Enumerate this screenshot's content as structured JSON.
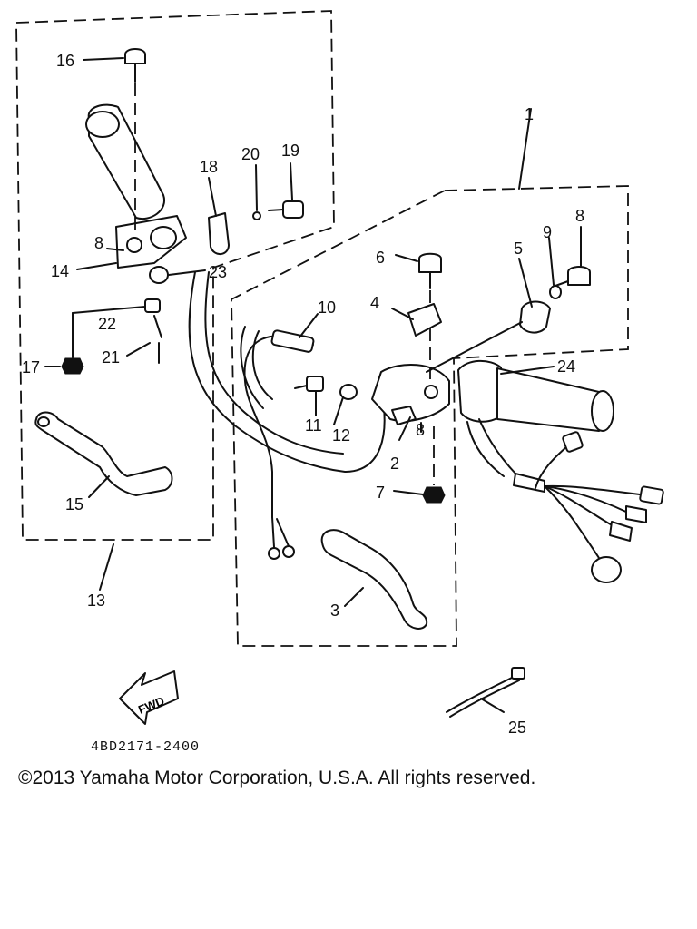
{
  "diagram": {
    "callouts": [
      "1",
      "2",
      "3",
      "4",
      "5",
      "6",
      "7",
      "8",
      "8",
      "8",
      "9",
      "10",
      "11",
      "12",
      "13",
      "14",
      "15",
      "16",
      "17",
      "18",
      "19",
      "20",
      "21",
      "22",
      "23",
      "24",
      "25"
    ],
    "fwd_label": "FWD"
  },
  "footer": {
    "drawing_number": "4BD2171-2400",
    "copyright": "©2013 Yamaha Motor Corporation, U.S.A. All rights reserved."
  }
}
